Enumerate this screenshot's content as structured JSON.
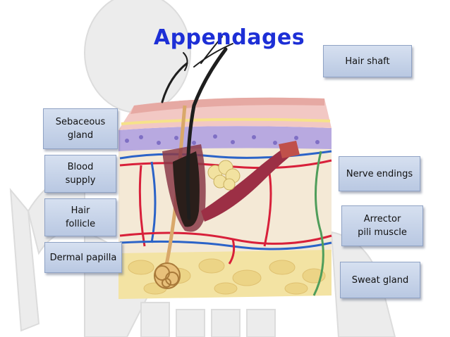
{
  "title": "Appendages",
  "labels": {
    "hair_shaft": "Hair shaft",
    "sebaceous_gland": "Sebaceous\ngland",
    "blood_supply": "Blood\nsupply",
    "hair_follicle": "Hair\nfollicle",
    "dermal_papilla": "Dermal papilla",
    "nerve_endings": "Nerve endings",
    "arrector_pili_muscle": "Arrector\npili muscle",
    "sweat_gland": "Sweat gland"
  },
  "colors": {
    "title": "#1d2fd6",
    "label_box": "#c8d4ea",
    "epidermis": "#f2c8c4",
    "dermis": "#f4e9d6",
    "hypodermis": "#f3e3a3",
    "blood_vessel_red": "#d8203a",
    "blood_vessel_blue": "#2b63c8",
    "nerve_green": "#4f9d5a",
    "muscle": "#9c2f45",
    "follicle": "#2a1e1a"
  }
}
